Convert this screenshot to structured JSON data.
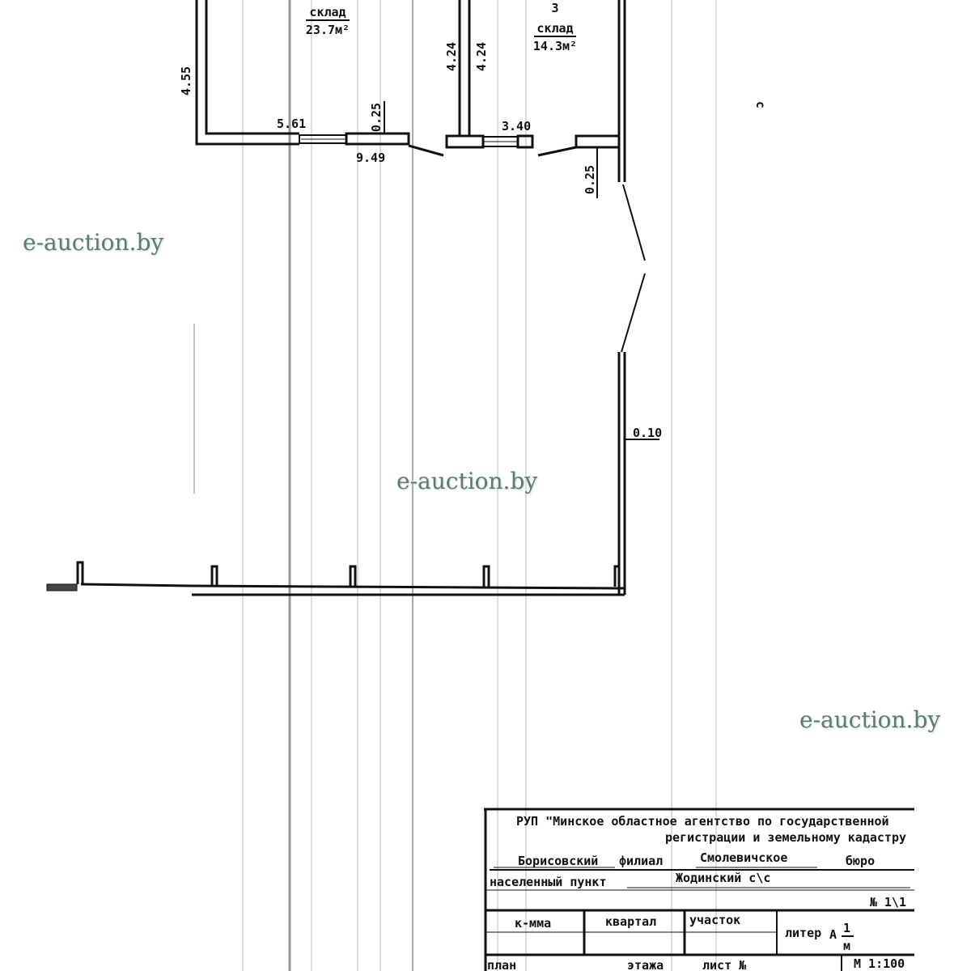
{
  "plan": {
    "room_left": {
      "name": "склад",
      "area": "23.7м²"
    },
    "room_right": {
      "number": "3",
      "name": "склад",
      "area": "14.3м²"
    },
    "dimensions": {
      "left_height": "4.55",
      "left_width": "5.61",
      "wall_thickness_left": "0.25",
      "total_width": "9.49",
      "mid_wall_left": "4.24",
      "mid_wall_right": "4.24",
      "right_width": "3.40",
      "wall_thickness_right": "0.25",
      "partition": "0.10"
    },
    "stray_mark": "с"
  },
  "watermarks": [
    "e-auction.by",
    "e-auction.by",
    "e-auction.by"
  ],
  "title_block": {
    "org_line1": "РУП \"Минское областное агентство по государственной",
    "org_line2": "регистрации и земельному кадастру",
    "branch_value": "Борисовский",
    "branch_label": "филиал",
    "bureau_value": "Смолевичское",
    "bureau_label": "бюро",
    "locality_label": "населенный пункт",
    "locality_value": "Жодинский с\\с",
    "number": "№ 1\\1",
    "col_kmma": "к-мма",
    "col_kvartal": "квартал",
    "col_uchastok": "участок",
    "liter_label": "литер",
    "liter_value": "А",
    "liter_num": "1",
    "liter_den": "м",
    "plan_label": "план",
    "floor_label": "этажа",
    "sheet_label": "лист №",
    "scale": "М 1:100"
  }
}
